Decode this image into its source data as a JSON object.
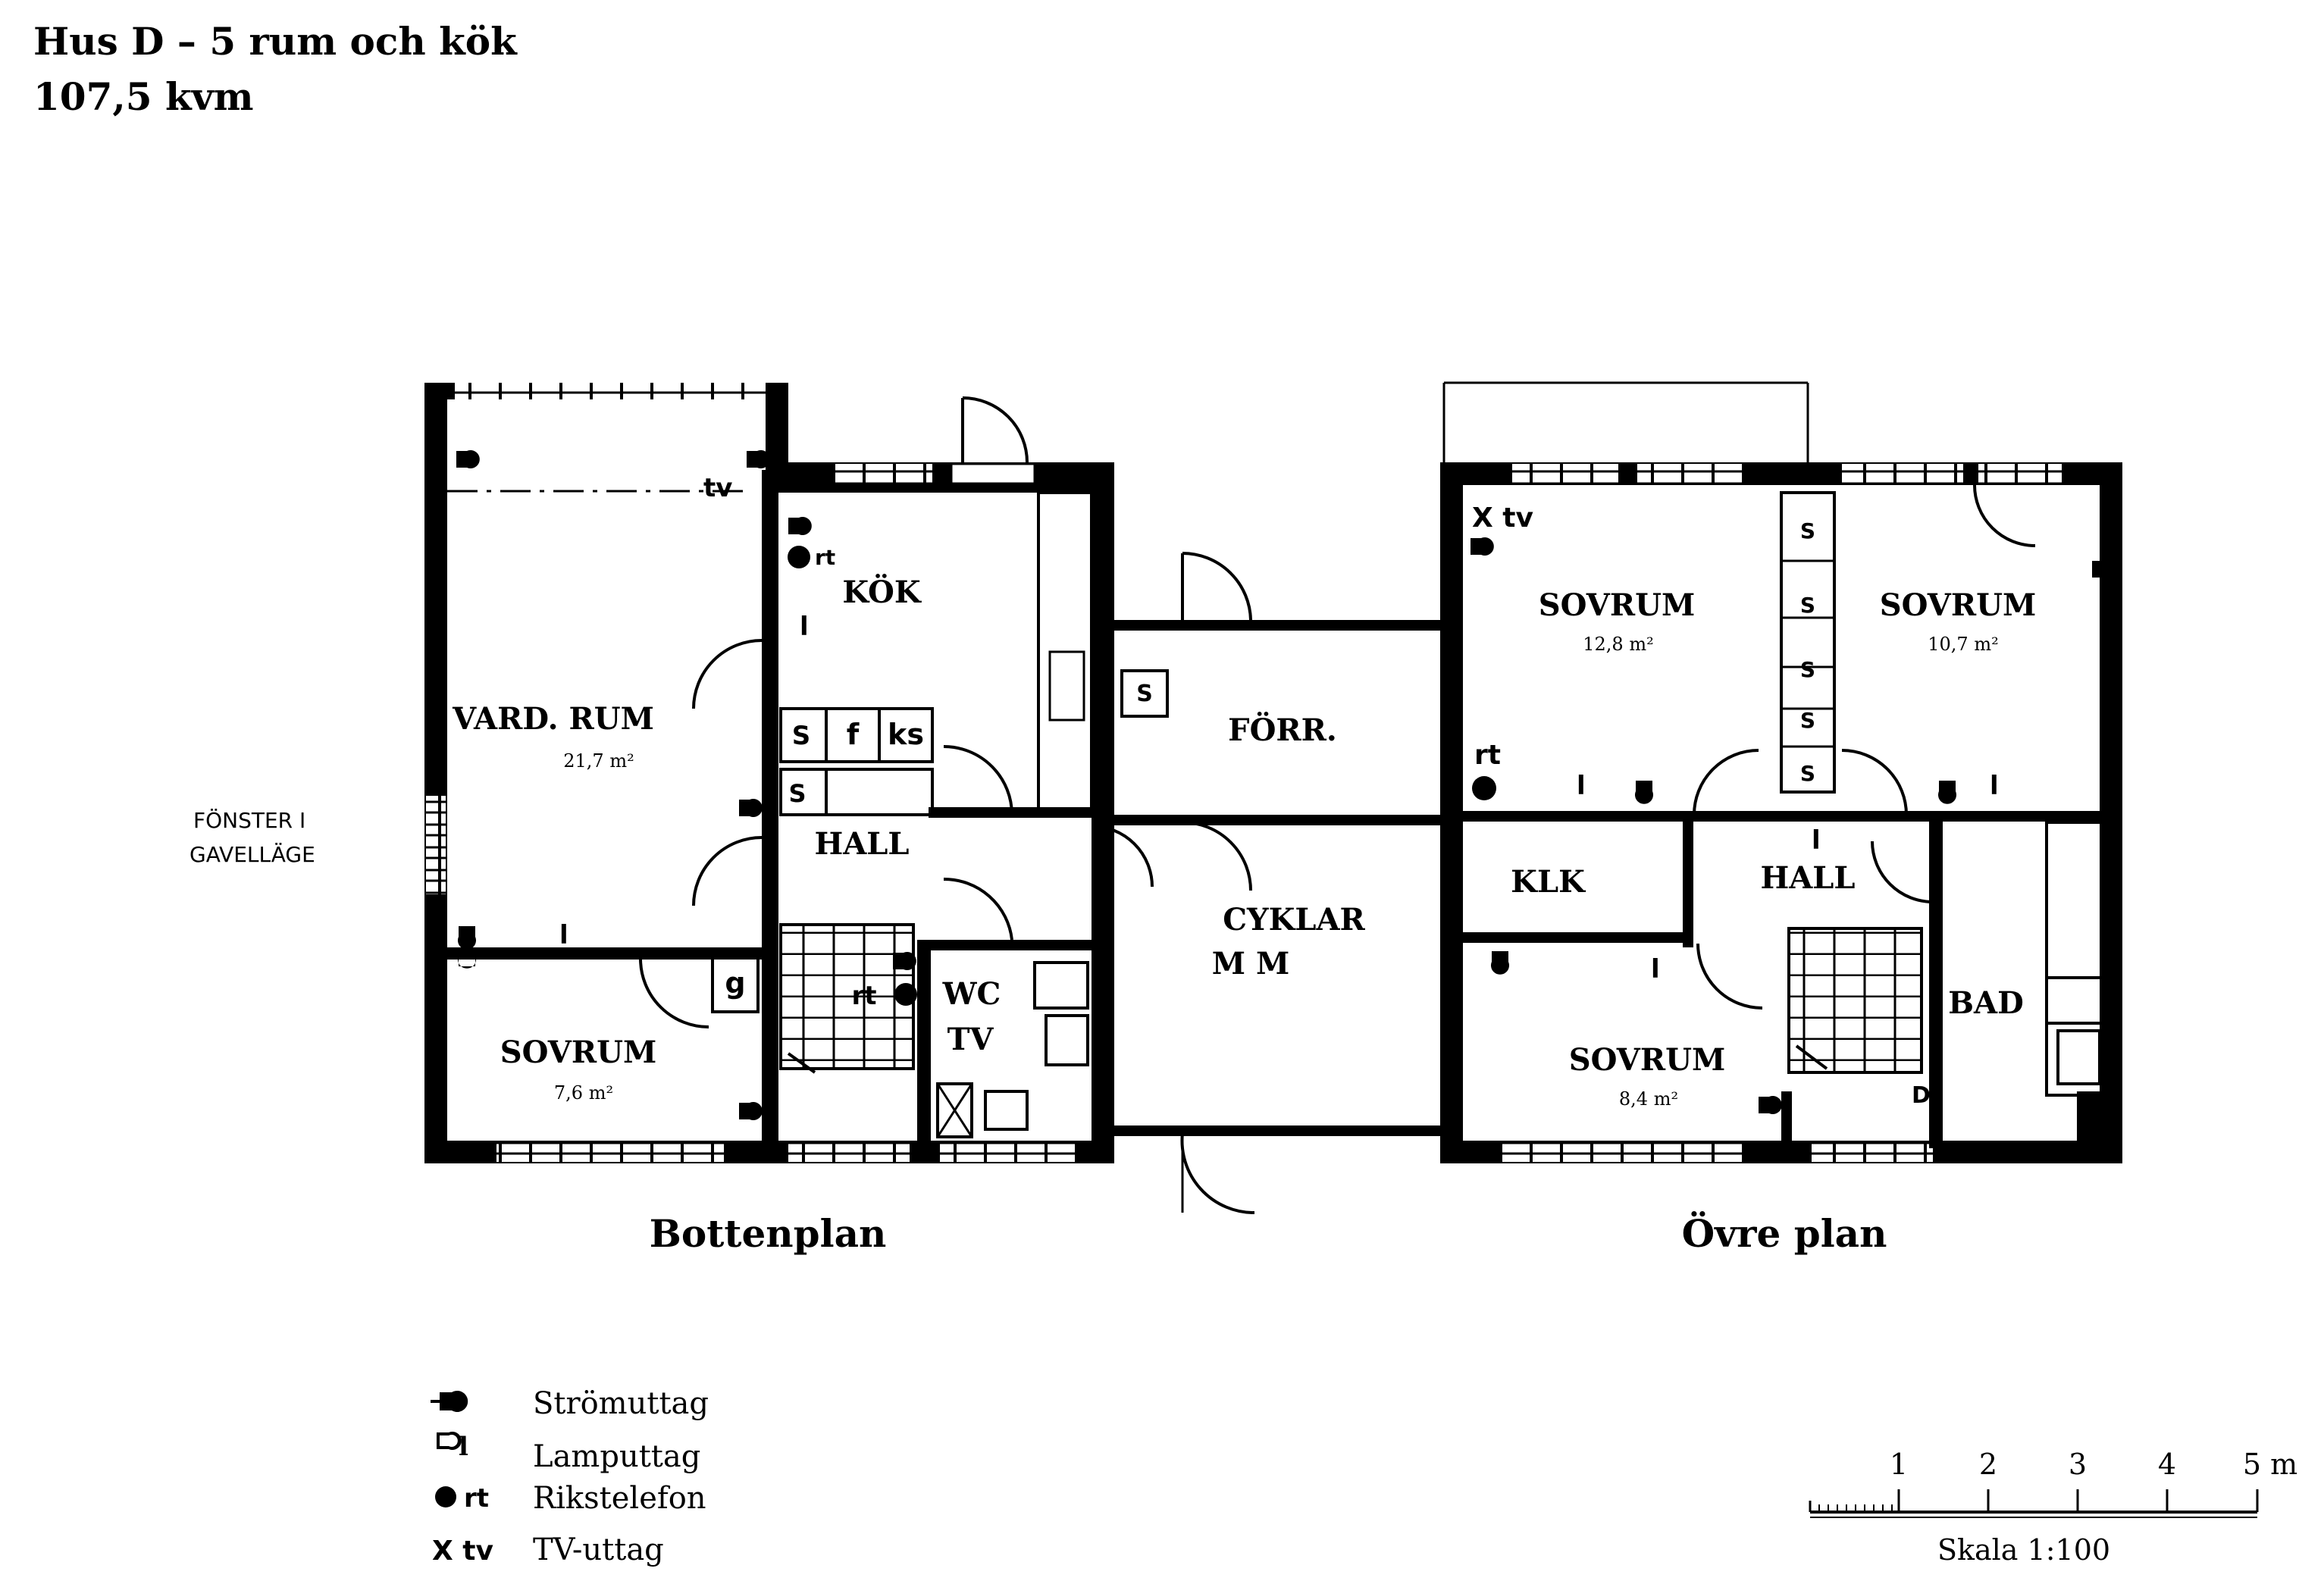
{
  "header": {
    "title": "Hus D – 5 rum och kök",
    "area": "107,5 kvm"
  },
  "plans": {
    "ground": {
      "label": "Bottenplan",
      "side_note_line1": "FÖNSTER I",
      "side_note_line2": "GAVELLÄGE",
      "rooms": {
        "vardrum": "VARD. RUM",
        "vardrum_area": "21,7 m²",
        "kok": "KÖK",
        "hall": "HALL",
        "sovrum": "SOVRUM",
        "sovrum_area": "7,6 m²",
        "wc": "WC",
        "tv": "TV",
        "forr": "FÖRR.",
        "cyklar": "CYKLAR",
        "mm": "M M"
      },
      "fixtures": {
        "s": "S",
        "f": "f",
        "ks": "ks",
        "g": "g",
        "rt": "rt",
        "tv": "tv",
        "l": "l"
      }
    },
    "upper": {
      "label": "Övre plan",
      "rooms": {
        "sovrum1": "SOVRUM",
        "sovrum1_area": "12,8 m²",
        "sovrum2": "SOVRUM",
        "sovrum2_area": "10,7 m²",
        "klk": "KLK",
        "hall": "HALL",
        "sovrum3": "SOVRUM",
        "sovrum3_area": "8,4 m²",
        "bad": "BAD"
      },
      "fixtures": {
        "s": "S",
        "xtv": "X tv",
        "rt": "rt",
        "l": "l",
        "d": "D"
      }
    }
  },
  "legend": [
    {
      "symbol": "outlet-icon",
      "label": "Strömuttag"
    },
    {
      "symbol": "lamp-icon",
      "label": "Lamputtag"
    },
    {
      "symbol": "phone-icon",
      "symbol_text": "rt",
      "label": "Rikstelefon"
    },
    {
      "symbol": "tv-icon",
      "symbol_text": "X tv",
      "label": "TV-uttag"
    }
  ],
  "scale": {
    "ticks": [
      "1",
      "2",
      "3",
      "4",
      "5 m"
    ],
    "caption": "Skala 1:100"
  }
}
